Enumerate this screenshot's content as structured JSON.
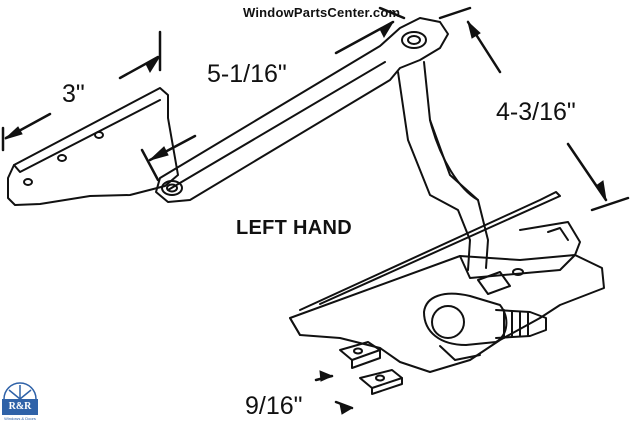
{
  "watermark": "WindowPartsCenter.com",
  "dimensions": {
    "width_3": "3\"",
    "length_5_1_16": "5-1/16\"",
    "height_4_3_16": "4-3/16\"",
    "offset_9_16": "9/16\""
  },
  "hand_label": "LEFT HAND",
  "logo": {
    "text": "R&R",
    "tagline": "Windows & Doors",
    "color": "#2f62a8"
  },
  "line_color": "#111111"
}
